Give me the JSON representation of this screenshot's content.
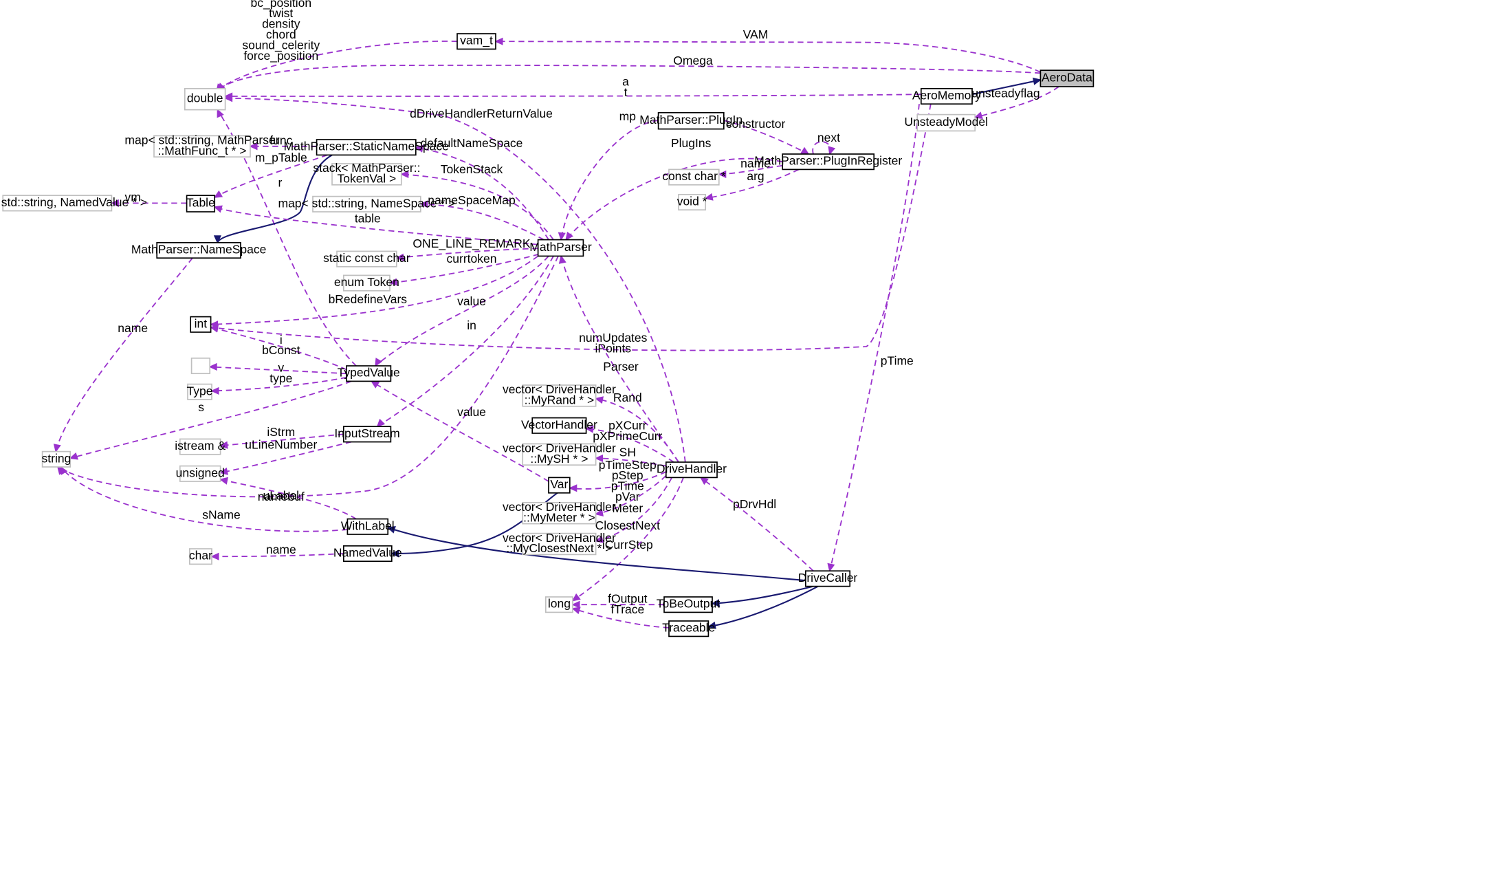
{
  "nodes": [
    {
      "id": "AeroData",
      "label": "AeroData",
      "style": "highlight"
    },
    {
      "id": "vam_t",
      "label": "vam_t",
      "style": "solid"
    },
    {
      "id": "double",
      "label": "double",
      "style": "grey"
    },
    {
      "id": "AeroMemory",
      "label": "AeroMemory",
      "style": "solid"
    },
    {
      "id": "UnsteadyModel",
      "label": "UnsteadyModel",
      "style": "grey"
    },
    {
      "id": "PlugIn",
      "label": "MathParser::PlugIn",
      "style": "solid"
    },
    {
      "id": "PlugInRegister",
      "label": "MathParser::PlugInRegister",
      "style": "solid"
    },
    {
      "id": "constchar",
      "label": "const char *",
      "style": "grey"
    },
    {
      "id": "voidp",
      "label": "void *",
      "style": "grey"
    },
    {
      "id": "mapFunc",
      "label": "map< std::string, MathParser\n::MathFunc_t * >",
      "style": "grey"
    },
    {
      "id": "StaticNameSpace",
      "label": "MathParser::StaticNameSpace",
      "style": "solid"
    },
    {
      "id": "stackTok",
      "label": "stack< MathParser::\nTokenVal >",
      "style": "grey"
    },
    {
      "id": "mapNS",
      "label": "map< std::string, NameSpace * >",
      "style": "grey"
    },
    {
      "id": "mapNV",
      "label": "map< std::string, NamedValue * >",
      "style": "grey"
    },
    {
      "id": "Table",
      "label": "Table",
      "style": "solid"
    },
    {
      "id": "NameSpace",
      "label": "MathParser::NameSpace",
      "style": "solid"
    },
    {
      "id": "MathParser",
      "label": "MathParser",
      "style": "solid"
    },
    {
      "id": "staticconstchar",
      "label": "static const char",
      "style": "grey"
    },
    {
      "id": "enumToken",
      "label": "enum Token",
      "style": "grey"
    },
    {
      "id": "int",
      "label": "int",
      "style": "solid"
    },
    {
      "id": "blank",
      "label": "",
      "style": "grey"
    },
    {
      "id": "TypedValue",
      "label": "TypedValue",
      "style": "solid"
    },
    {
      "id": "Type",
      "label": "Type",
      "style": "grey"
    },
    {
      "id": "string",
      "label": "string",
      "style": "grey"
    },
    {
      "id": "istream",
      "label": "istream &",
      "style": "grey"
    },
    {
      "id": "InputStream",
      "label": "InputStream",
      "style": "solid"
    },
    {
      "id": "unsigned",
      "label": "unsigned",
      "style": "grey"
    },
    {
      "id": "vecRand",
      "label": "vector< DriveHandler\n::MyRand * >",
      "style": "grey"
    },
    {
      "id": "VectorHandler",
      "label": "VectorHandler",
      "style": "solid"
    },
    {
      "id": "vecSH",
      "label": "vector< DriveHandler\n::MySH * >",
      "style": "grey"
    },
    {
      "id": "DriveHandler",
      "label": "DriveHandler",
      "style": "solid"
    },
    {
      "id": "Var",
      "label": "Var",
      "style": "solid"
    },
    {
      "id": "vecMeter",
      "label": "vector< DriveHandler\n::MyMeter * >",
      "style": "grey"
    },
    {
      "id": "vecClosest",
      "label": "vector< DriveHandler\n::MyClosestNext * >",
      "style": "grey"
    },
    {
      "id": "WithLabel",
      "label": "WithLabel",
      "style": "solid"
    },
    {
      "id": "char",
      "label": "char",
      "style": "grey"
    },
    {
      "id": "NamedValue",
      "label": "NamedValue",
      "style": "solid"
    },
    {
      "id": "DriveCaller",
      "label": "DriveCaller",
      "style": "solid"
    },
    {
      "id": "long",
      "label": "long",
      "style": "grey"
    },
    {
      "id": "ToBeOutput",
      "label": "ToBeOutput",
      "style": "solid"
    },
    {
      "id": "Traceable",
      "label": "Traceable",
      "style": "solid"
    }
  ],
  "edges": [
    {
      "id": "vam_double",
      "from": "vam_t",
      "to": "double",
      "kind": "dep",
      "label": "bc_position\ntwist\ndensity\nchord\nsound_celerity\nforce_position"
    },
    {
      "id": "aero_vam",
      "from": "AeroData",
      "to": "vam_t",
      "kind": "dep",
      "label": "VAM"
    },
    {
      "id": "aero_double",
      "from": "AeroData",
      "to": "double",
      "kind": "dep",
      "label": "Omega"
    },
    {
      "id": "mem_double",
      "from": "AeroMemory",
      "to": "double",
      "kind": "dep",
      "label": "a\nt"
    },
    {
      "id": "mem_aero",
      "from": "AeroMemory",
      "to": "AeroData",
      "kind": "inh",
      "label": ""
    },
    {
      "id": "aero_unsteady",
      "from": "AeroData",
      "to": "UnsteadyModel",
      "kind": "dep",
      "label": "unsteadyflag"
    },
    {
      "id": "dh_double",
      "from": "DriveHandler",
      "to": "double",
      "kind": "dep",
      "label": "dDriveHandlerReturnValue"
    },
    {
      "id": "tv_double",
      "from": "TypedValue",
      "to": "double",
      "kind": "dep",
      "label": "r"
    },
    {
      "id": "sns_mapfunc",
      "from": "StaticNameSpace",
      "to": "mapFunc",
      "kind": "dep",
      "label": "func"
    },
    {
      "id": "sns_table",
      "from": "StaticNameSpace",
      "to": "Table",
      "kind": "dep",
      "label": "m_pTable"
    },
    {
      "id": "table_mapnv",
      "from": "Table",
      "to": "mapNV",
      "kind": "dep",
      "label": "vm"
    },
    {
      "id": "sns_ns",
      "from": "StaticNameSpace",
      "to": "NameSpace",
      "kind": "inh",
      "label": ""
    },
    {
      "id": "mp_sns",
      "from": "MathParser",
      "to": "StaticNameSpace",
      "kind": "dep",
      "label": "defaultNameSpace"
    },
    {
      "id": "mp_stack",
      "from": "MathParser",
      "to": "stackTok",
      "kind": "dep",
      "label": "TokenStack"
    },
    {
      "id": "mp_mapns",
      "from": "MathParser",
      "to": "mapNS",
      "kind": "dep",
      "label": "nameSpaceMap"
    },
    {
      "id": "mp_table",
      "from": "MathParser",
      "to": "Table",
      "kind": "dep",
      "label": "table"
    },
    {
      "id": "mp_scc",
      "from": "MathParser",
      "to": "staticconstchar",
      "kind": "dep",
      "label": "ONE_LINE_REMARK"
    },
    {
      "id": "mp_enum",
      "from": "MathParser",
      "to": "enumToken",
      "kind": "dep",
      "label": "currtoken"
    },
    {
      "id": "mp_int",
      "from": "MathParser",
      "to": "int",
      "kind": "dep",
      "label": "bRedefineVars"
    },
    {
      "id": "mp_tv",
      "from": "MathParser",
      "to": "TypedValue",
      "kind": "dep",
      "label": "value"
    },
    {
      "id": "mp_is",
      "from": "MathParser",
      "to": "InputStream",
      "kind": "dep",
      "label": "in"
    },
    {
      "id": "mp_string",
      "from": "MathParser",
      "to": "string",
      "kind": "dep",
      "label": "namebuf"
    },
    {
      "id": "plugin_mp",
      "from": "PlugIn",
      "to": "MathParser",
      "kind": "dep",
      "label": "mp"
    },
    {
      "id": "pir_mp",
      "from": "PlugInRegister",
      "to": "MathParser",
      "kind": "dep",
      "label": "PlugIns"
    },
    {
      "id": "plugin_pir",
      "from": "PlugIn",
      "to": "PlugInRegister",
      "kind": "dep",
      "label": "constructor"
    },
    {
      "id": "pir_self",
      "from": "PlugInRegister",
      "to": "PlugInRegister",
      "kind": "dep",
      "label": "next"
    },
    {
      "id": "pir_cc",
      "from": "PlugInRegister",
      "to": "constchar",
      "kind": "dep",
      "label": "name"
    },
    {
      "id": "pir_void",
      "from": "PlugInRegister",
      "to": "voidp",
      "kind": "dep",
      "label": "arg"
    },
    {
      "id": "ns_string",
      "from": "NameSpace",
      "to": "string",
      "kind": "dep",
      "label": "name"
    },
    {
      "id": "tv_int",
      "from": "TypedValue",
      "to": "int",
      "kind": "dep",
      "label": "i\nbConst"
    },
    {
      "id": "tv_blank",
      "from": "TypedValue",
      "to": "blank",
      "kind": "dep",
      "label": "v"
    },
    {
      "id": "tv_type",
      "from": "TypedValue",
      "to": "Type",
      "kind": "dep",
      "label": "type"
    },
    {
      "id": "tv_string",
      "from": "TypedValue",
      "to": "string",
      "kind": "dep",
      "label": "s"
    },
    {
      "id": "mem_int",
      "from": "AeroMemory",
      "to": "int",
      "kind": "dep",
      "label": "numUpdates\niPoints"
    },
    {
      "id": "mem_dc",
      "from": "AeroMemory",
      "to": "DriveCaller",
      "kind": "dep",
      "label": "pTime"
    },
    {
      "id": "dh_mp",
      "from": "DriveHandler",
      "to": "MathParser",
      "kind": "dep",
      "label": "Parser"
    },
    {
      "id": "is_istream",
      "from": "InputStream",
      "to": "istream",
      "kind": "dep",
      "label": "iStrm"
    },
    {
      "id": "is_unsigned",
      "from": "InputStream",
      "to": "unsigned",
      "kind": "dep",
      "label": "uLineNumber"
    },
    {
      "id": "wl_unsigned",
      "from": "WithLabel",
      "to": "unsigned",
      "kind": "dep",
      "label": "uLabel"
    },
    {
      "id": "wl_string",
      "from": "WithLabel",
      "to": "string",
      "kind": "dep",
      "label": "sName"
    },
    {
      "id": "nv_char",
      "from": "NamedValue",
      "to": "char",
      "kind": "dep",
      "label": "name"
    },
    {
      "id": "var_tv",
      "from": "Var",
      "to": "TypedValue",
      "kind": "dep",
      "label": "value"
    },
    {
      "id": "var_nv",
      "from": "Var",
      "to": "NamedValue",
      "kind": "inh",
      "label": ""
    },
    {
      "id": "dh_rand",
      "from": "DriveHandler",
      "to": "vecRand",
      "kind": "dep",
      "label": "Rand"
    },
    {
      "id": "dh_vh",
      "from": "DriveHandler",
      "to": "VectorHandler",
      "kind": "dep",
      "label": "pXCurr\npXPrimeCurr"
    },
    {
      "id": "dh_sh",
      "from": "DriveHandler",
      "to": "vecSH",
      "kind": "dep",
      "label": "SH"
    },
    {
      "id": "dh_var",
      "from": "DriveHandler",
      "to": "Var",
      "kind": "dep",
      "label": "pTimeStep\npStep\npTime\npVar"
    },
    {
      "id": "dh_meter",
      "from": "DriveHandler",
      "to": "vecMeter",
      "kind": "dep",
      "label": "Meter"
    },
    {
      "id": "dh_closest",
      "from": "DriveHandler",
      "to": "vecClosest",
      "kind": "dep",
      "label": "ClosestNext"
    },
    {
      "id": "dh_long",
      "from": "DriveHandler",
      "to": "long",
      "kind": "dep",
      "label": "iCurrStep"
    },
    {
      "id": "dc_dh",
      "from": "DriveCaller",
      "to": "DriveHandler",
      "kind": "dep",
      "label": "pDrvHdl"
    },
    {
      "id": "dc_wl",
      "from": "DriveCaller",
      "to": "WithLabel",
      "kind": "inh",
      "label": ""
    },
    {
      "id": "dc_tbo",
      "from": "DriveCaller",
      "to": "ToBeOutput",
      "kind": "inh",
      "label": ""
    },
    {
      "id": "dc_trace",
      "from": "DriveCaller",
      "to": "Traceable",
      "kind": "inh",
      "label": ""
    },
    {
      "id": "tbo_long",
      "from": "ToBeOutput",
      "to": "long",
      "kind": "dep",
      "label": "fOutput"
    },
    {
      "id": "trace_long",
      "from": "Traceable",
      "to": "long",
      "kind": "dep",
      "label": "fTrace"
    }
  ]
}
